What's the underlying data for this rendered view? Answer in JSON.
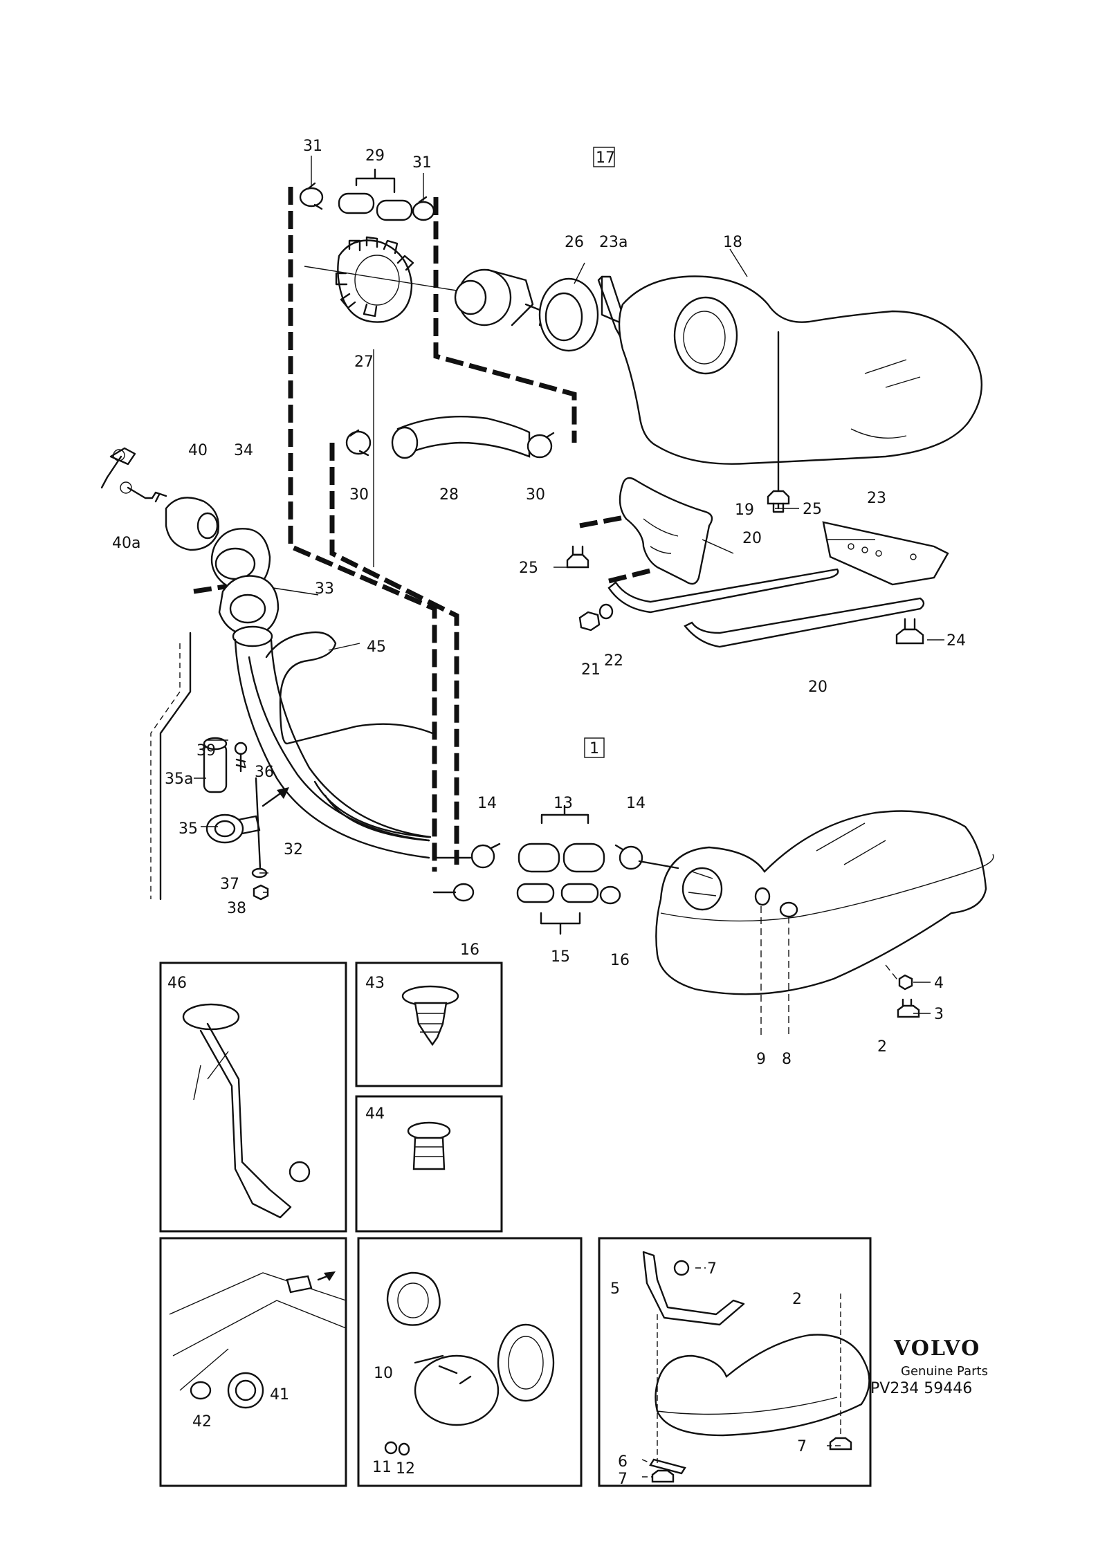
{
  "callouts": {
    "c31a": "31",
    "c29": "29",
    "c31b": "31",
    "c17": "17",
    "c26": "26",
    "c23a": "23a",
    "c18": "18",
    "c27": "27",
    "c30a": "30",
    "c28": "28",
    "c30b": "30",
    "c40": "40",
    "c34": "34",
    "c40a": "40a",
    "c19": "19",
    "c25a": "25",
    "c23": "23",
    "c25b": "25",
    "c20a": "20",
    "c33": "33",
    "c45": "45",
    "c21": "21",
    "c22": "22",
    "c24": "24",
    "c20b": "20",
    "c39": "39",
    "c1": "1",
    "c36": "36",
    "c35a": "35a",
    "c35": "35",
    "c32": "32",
    "c14a": "14",
    "c13": "13",
    "c14b": "14",
    "c37": "37",
    "c38": "38",
    "c16a": "16",
    "c15": "15",
    "c16b": "16",
    "c4": "4",
    "c3": "3",
    "c2a": "2",
    "c9": "9",
    "c8": "8",
    "c46": "46",
    "c43": "43",
    "c44": "44",
    "c7a": "7",
    "c5": "5",
    "c2b": "2",
    "c10": "10",
    "c41": "41",
    "c42": "42",
    "c11": "11",
    "c12": "12",
    "c7b": "7",
    "c6": "6",
    "c7c": "7"
  },
  "brand": {
    "name": "VOLVO",
    "tagline": "Genuine Parts",
    "ref": "PV234 59446"
  }
}
